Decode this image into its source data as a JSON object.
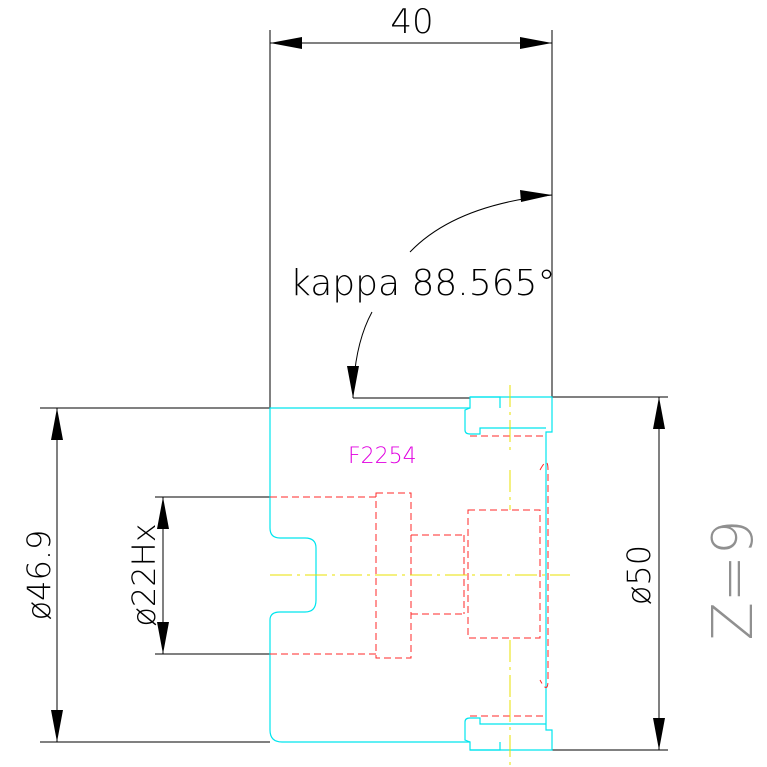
{
  "annotations": {
    "width_dimension": "40",
    "kappa_angle": "kappa 88.565°",
    "part_number": "F2254",
    "outer_diameter_left": "ø46.9",
    "bore_diameter": "ø22Hx",
    "outer_diameter_right": "ø50",
    "teeth_count": "Z=9"
  },
  "colors": {
    "dimension": "#000000",
    "outline": "#00e5ee",
    "hidden": "#ff2a2a",
    "centerline": "#e8e000",
    "part_label": "#e000e0",
    "teeth_label": "#909090"
  }
}
